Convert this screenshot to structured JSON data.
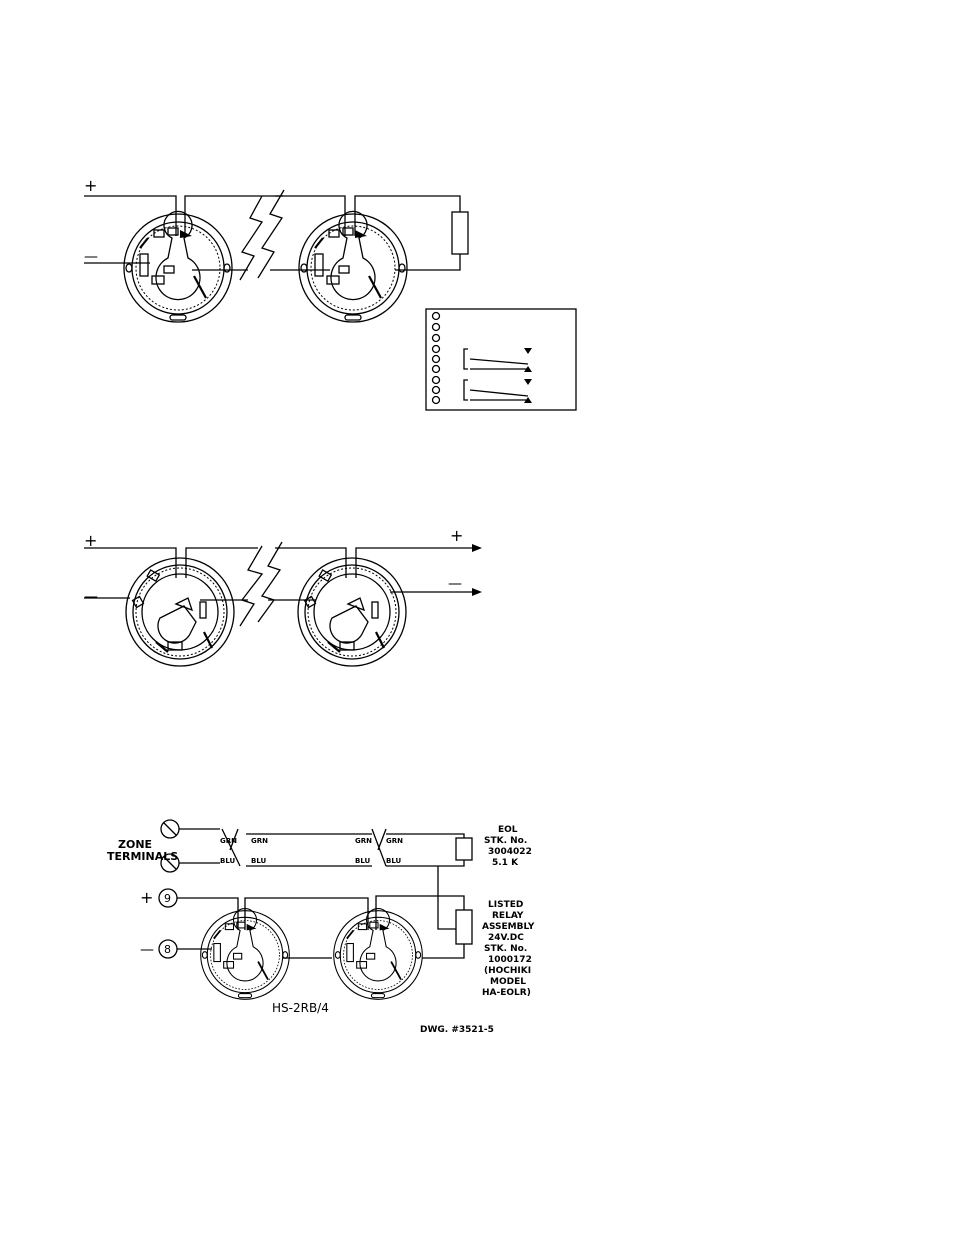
{
  "diagram1": {
    "plus_label": "+",
    "minus_label": "—"
  },
  "diagram2": {
    "plus_in_label": "+",
    "minus_in_label": "—",
    "plus_out_label": "+",
    "minus_out_label": "—"
  },
  "diagram3": {
    "zone_terminals_line1": "ZONE",
    "zone_terminals_line2": "TERMINALS",
    "plus_label": "+",
    "minus_label": "—",
    "terminal_9": "9",
    "terminal_8": "8",
    "grn": "GRN",
    "blu": "BLU",
    "eol_lines": [
      "EOL",
      "STK. No.",
      "3004022",
      "5.1  K"
    ],
    "relay_lines": [
      "LISTED",
      "RELAY",
      "ASSEMBLY",
      "24V.DC",
      "STK. No.",
      "1000172",
      "(HOCHIKI",
      "MODEL",
      "HA-EOLR)"
    ],
    "base_model": "HS-2RB/4",
    "drawing_number": "DWG. #3521-5"
  }
}
